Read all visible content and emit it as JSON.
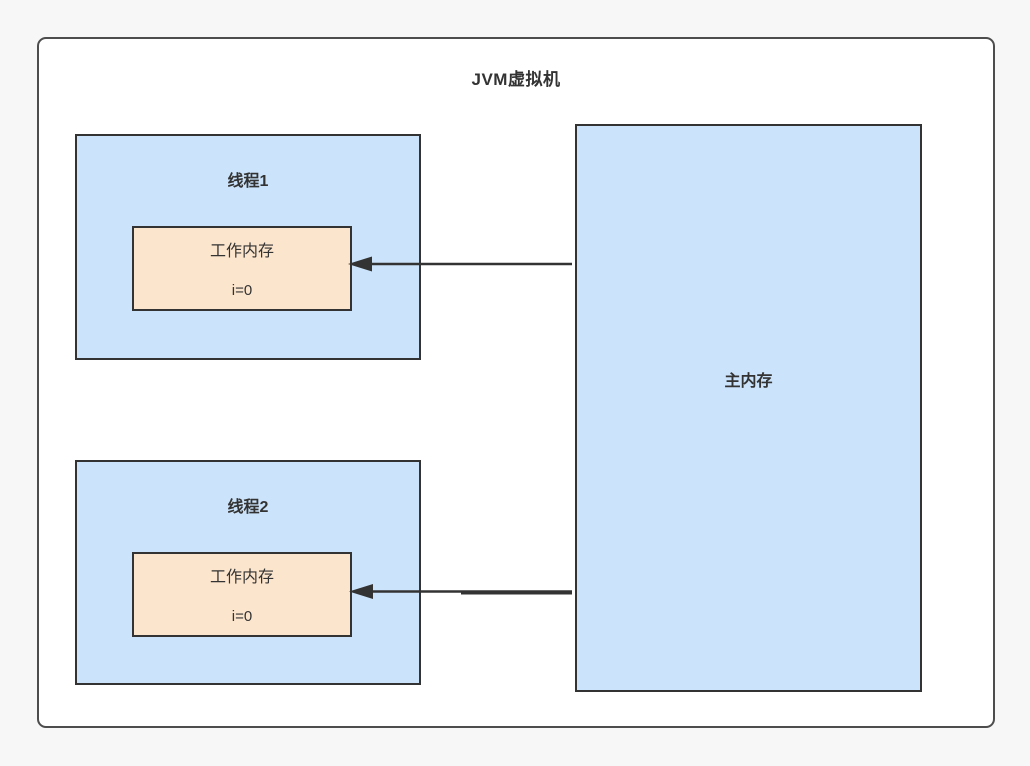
{
  "diagram": {
    "title": "JVM虚拟机",
    "threads": [
      {
        "label": "线程1",
        "working_memory": {
          "label": "工作内存",
          "value": "i=0"
        }
      },
      {
        "label": "线程2",
        "working_memory": {
          "label": "工作内存",
          "value": "i=0"
        }
      }
    ],
    "main_memory": {
      "label": "主内存"
    },
    "arrows": [
      {
        "name": "main-memory-to-thread1",
        "direction": "left"
      },
      {
        "name": "main-memory-to-thread2",
        "direction": "left"
      }
    ],
    "colors": {
      "page_background": "#f7f7f7",
      "container_background": "#ffffff",
      "container_border": "#4d4d4d",
      "thread_fill": "#cce4fb",
      "working_memory_fill": "#fce5cd",
      "box_border": "#333333",
      "arrow": "#333333",
      "text": "#333333"
    }
  }
}
